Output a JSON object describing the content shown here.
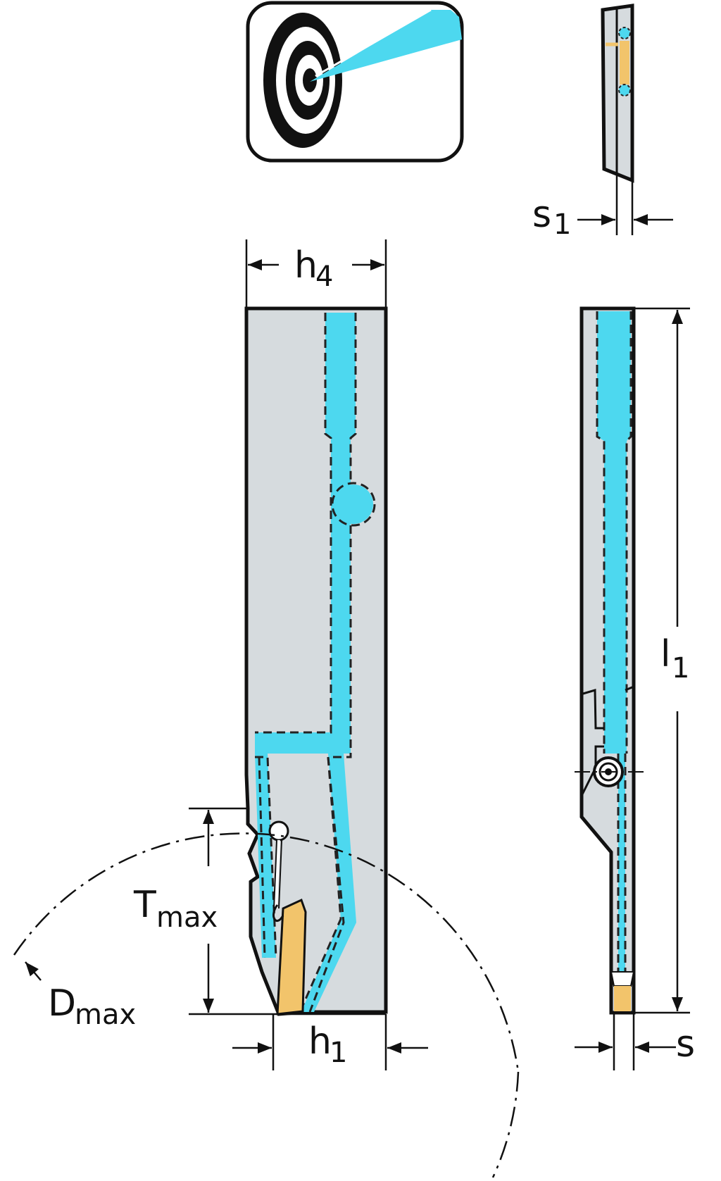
{
  "labels": {
    "h4_main": "h",
    "h4_sub": "4",
    "s1_main": "s",
    "s1_sub": "1",
    "l1_main": "l",
    "l1_sub": "1",
    "tmax_main": "T",
    "tmax_sub": "max",
    "dmax_main": "D",
    "dmax_sub": "max",
    "h1_main": "h",
    "h1_sub": "1",
    "s_main": "s"
  },
  "colors": {
    "coolant": "#4dd8ef",
    "holder_body": "#d6dbde",
    "insert": "#f2c46b",
    "outline": "#111111"
  },
  "icons": {
    "badge": "target-with-coolant-jet-icon"
  }
}
